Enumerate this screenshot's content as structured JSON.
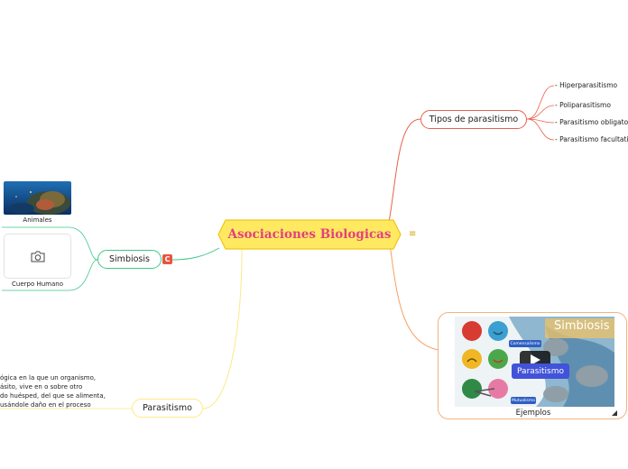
{
  "central": {
    "title": "Asociaciones Biologicas",
    "menu_icon": "≡"
  },
  "branches": {
    "tipos": {
      "label": "Tipos de parasitismo",
      "items": [
        "- Hiperparasitismo",
        "- Poliparasitismo",
        "- Parasitismo obligatorio",
        "- Parasitismo facultativo"
      ]
    },
    "simbiosis": {
      "label": "Simbiosis",
      "badge": "C",
      "images": [
        {
          "caption": "Animales",
          "icon": "coral-reef-photo"
        },
        {
          "caption": "Cuerpo Humano",
          "icon": "camera-icon"
        }
      ]
    },
    "parasitismo": {
      "label": "Parasitismo",
      "note_lines": [
        "ógica en la que un organismo,",
        "ásito, vive en o sobre otro",
        "do huésped, del que se alimenta,",
        "usándole daño en el proceso"
      ]
    },
    "ejemplos": {
      "label": "Ejemplos",
      "video": {
        "slide_title": "Simbiosis",
        "tag_top": "Comensalismo",
        "tag_center": "Parasitismo",
        "tag_bottom": "Mutualismo",
        "icon": "play-icon"
      }
    }
  },
  "colors": {
    "central_fill": "#ffe961",
    "central_text": "#e3427d",
    "tipos": "#e8604c",
    "simbiosis": "#3fc68a",
    "parasitismo": "#fde986",
    "ejemplos": "#f6a062"
  }
}
